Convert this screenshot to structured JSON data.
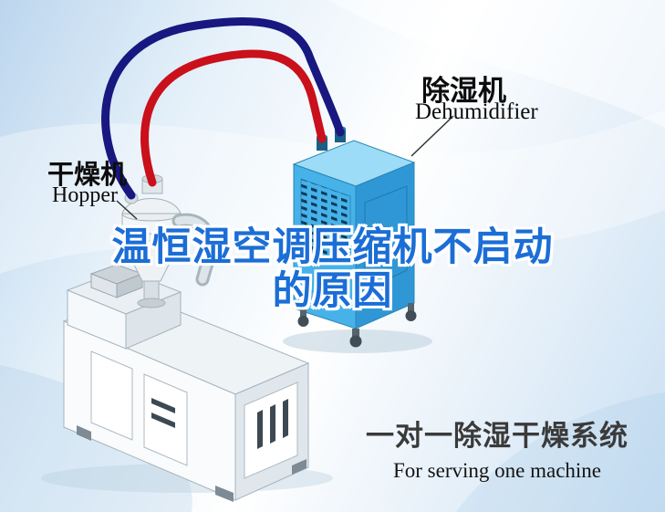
{
  "scene": {
    "headline": {
      "line1": "温恒湿空调压缩机不启动",
      "line2": "的原因"
    },
    "labels": {
      "hopper": {
        "zh": "干燥机",
        "en": "Hopper"
      },
      "dehumidifier": {
        "zh": "除湿机",
        "en": "Dehumidifier"
      }
    },
    "caption": {
      "zh": "一对一除湿干燥系统",
      "en": "For serving one machine"
    },
    "colors": {
      "headline_blue": "#1b6ed6",
      "hose_red": "#c9101b",
      "hose_navy": "#181880",
      "dehumidifier_blue": "#46b2e9",
      "caption_dark": "#3a3a3a",
      "background_tint": "#cfe3f4"
    }
  }
}
